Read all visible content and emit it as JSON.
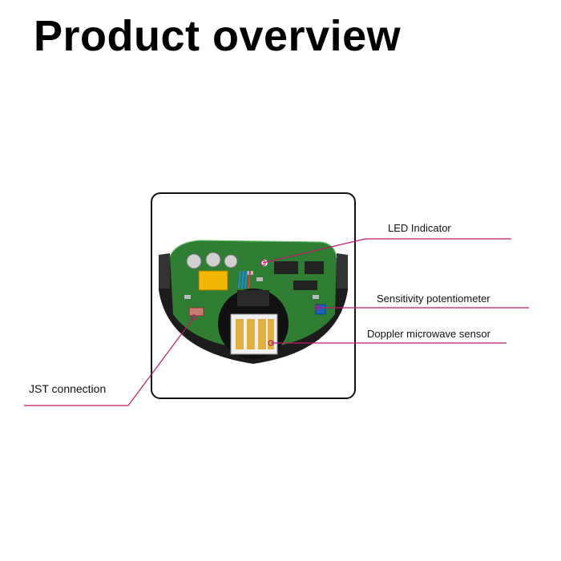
{
  "title": "Product overview",
  "callouts": {
    "led_indicator": "LED Indicator",
    "sensitivity_potentiometer": "Sensitivity potentiometer",
    "doppler_sensor": "Doppler microwave sensor",
    "jst_connection": "JST connection"
  },
  "colors": {
    "leader_line": "#c2186b",
    "pcb_green": "#2e7d32",
    "housing": "#1c1c1c",
    "antenna_gold": "#e0b040",
    "relay_yellow": "#f2b705",
    "potentiometer_blue": "#1565c0"
  }
}
